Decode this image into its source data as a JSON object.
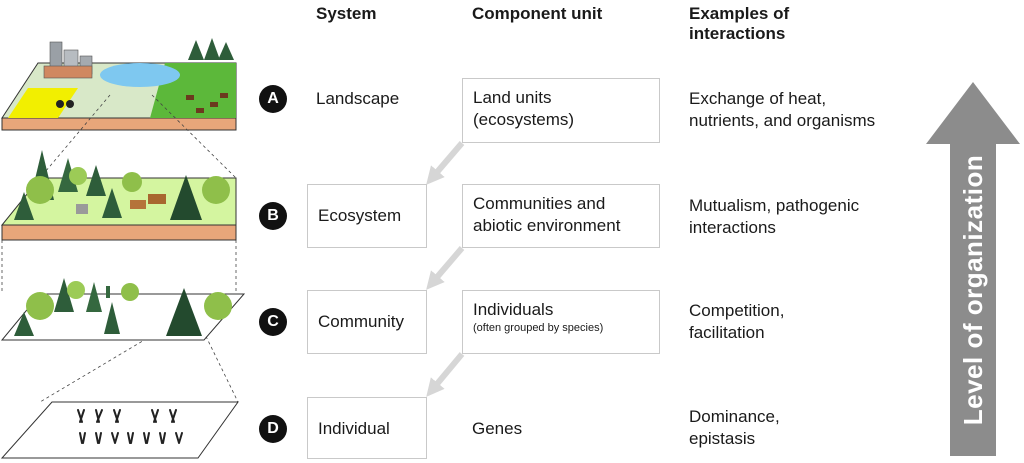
{
  "headers": {
    "system": "System",
    "component": "Component unit",
    "interactions_line1": "Examples of",
    "interactions_line2": "interactions"
  },
  "rows": [
    {
      "id": "A",
      "system": "Landscape",
      "component_line1": "Land units",
      "component_line2": "(ecosystems)",
      "interaction_line1": "Exchange of heat,",
      "interaction_line2": "nutrients, and organisms"
    },
    {
      "id": "B",
      "system": "Ecosystem",
      "component_line1": "Communities and",
      "component_line2": "abiotic environment",
      "interaction_line1": "Mutualism, pathogenic",
      "interaction_line2": "interactions"
    },
    {
      "id": "C",
      "system": "Community",
      "component_line1": "Individuals",
      "component_line2": "(often grouped by species)",
      "interaction_line1": "Competition,",
      "interaction_line2": "facilitation"
    },
    {
      "id": "D",
      "system": "Individual",
      "component_line1": "Genes",
      "component_line2": "",
      "interaction_line1": "Dominance,",
      "interaction_line2": "epistasis"
    }
  ],
  "level_arrow": {
    "label": "Level of organization",
    "color": "#8c8c8c"
  },
  "colors": {
    "box_border": "#c9c9c9",
    "connector_arrow": "#d6d6d6",
    "ground_green": "#d4f5a0",
    "soil": "#e8a67a",
    "water": "#7ec8f0",
    "field_yellow": "#f2ef00",
    "pasture_green": "#5cb83a"
  }
}
